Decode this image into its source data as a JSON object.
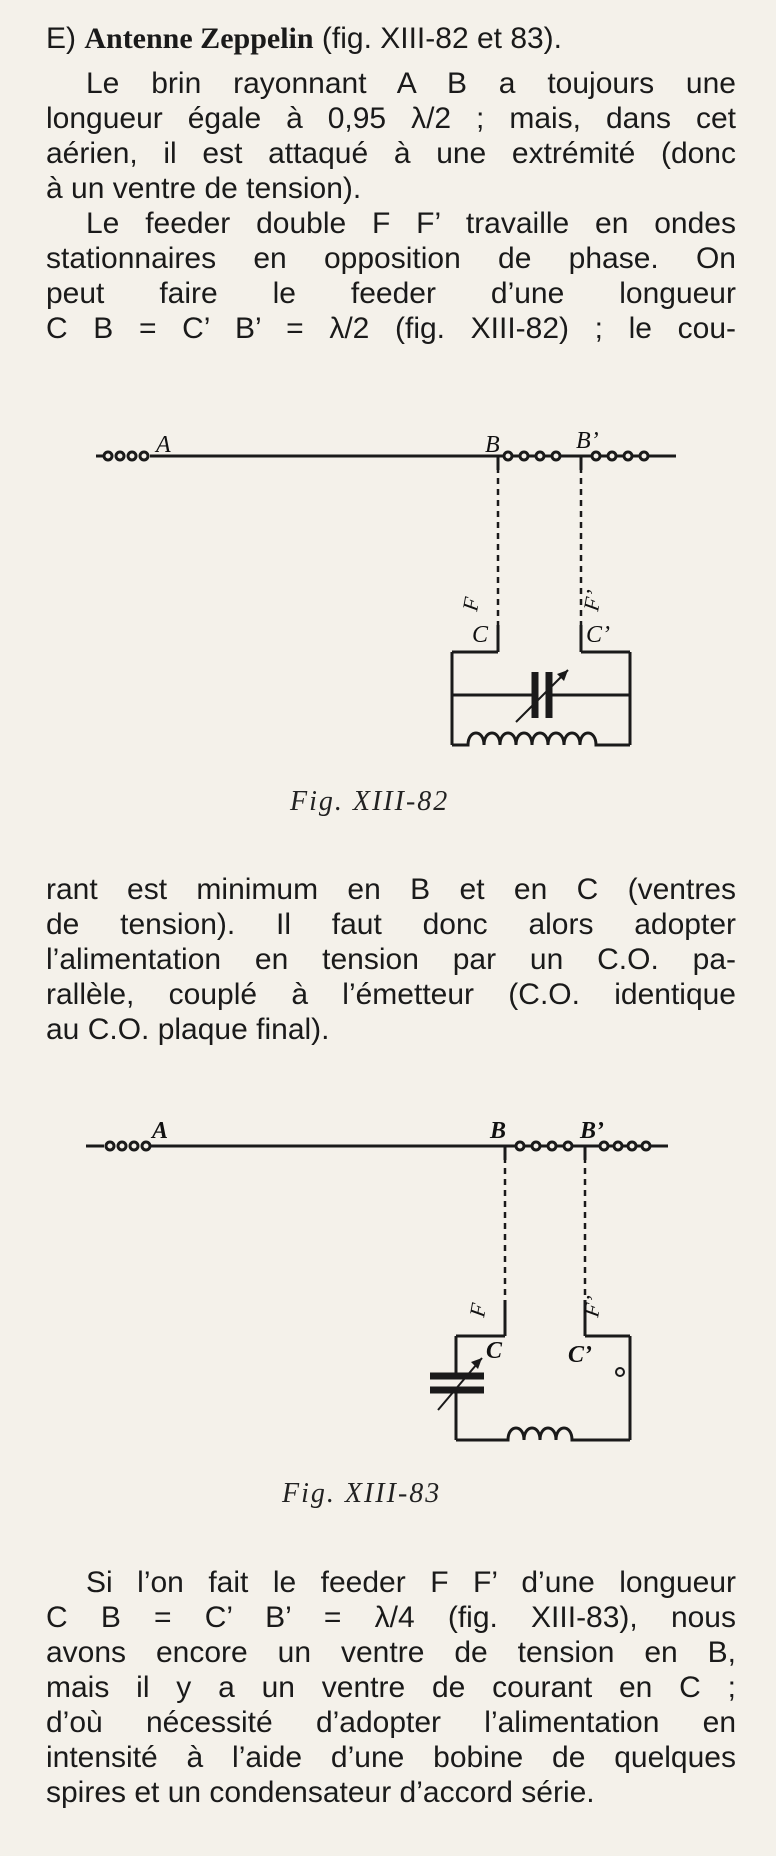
{
  "heading": {
    "label": "E)",
    "title": "Antenne Zeppelin",
    "ref": "(fig. XIII-82 et 83)."
  },
  "para1": [
    "Le brin rayonnant A B a toujours une",
    "longueur égale à 0,95 λ/2 ; mais, dans cet",
    "aérien, il est attaqué à une extrémité (donc",
    "à un ventre de tension)."
  ],
  "para2": [
    "Le feeder double F F’ travaille en ondes",
    "stationnaires en opposition de phase. On",
    "peut faire le feeder d’une longueur",
    "C B = C’ B’ = λ/2 (fig. XIII-82) ; le cou-"
  ],
  "fig82": {
    "labels": {
      "A": "A",
      "B": "B",
      "Bp": "B’",
      "F": "F",
      "Fp": "F’",
      "C": "C",
      "Cp": "C’"
    },
    "caption": "Fig. XIII-82"
  },
  "para3": [
    "rant est minimum en B et en C (ventres",
    "de tension). Il faut donc alors adopter",
    "l’alimentation en tension par un C.O. pa-",
    "rallèle, couplé à l’émetteur (C.O. identique",
    "au C.O. plaque final)."
  ],
  "fig83": {
    "labels": {
      "A": "A",
      "B": "B",
      "Bp": "B’",
      "F": "F",
      "Fp": "F’",
      "C": "C",
      "Cp": "C’"
    },
    "caption": "Fig. XIII-83"
  },
  "para4": [
    "Si l’on fait le feeder F F’ d’une longueur",
    "C B = C’ B’ = λ/4 (fig. XIII-83), nous",
    "avons encore un ventre de tension en B,",
    "mais il y a un ventre de courant en C ;",
    "d’où nécessité d’adopter l’alimentation en",
    "intensité à l’aide d’une bobine de quelques",
    "spires et un condensateur d’accord série."
  ]
}
